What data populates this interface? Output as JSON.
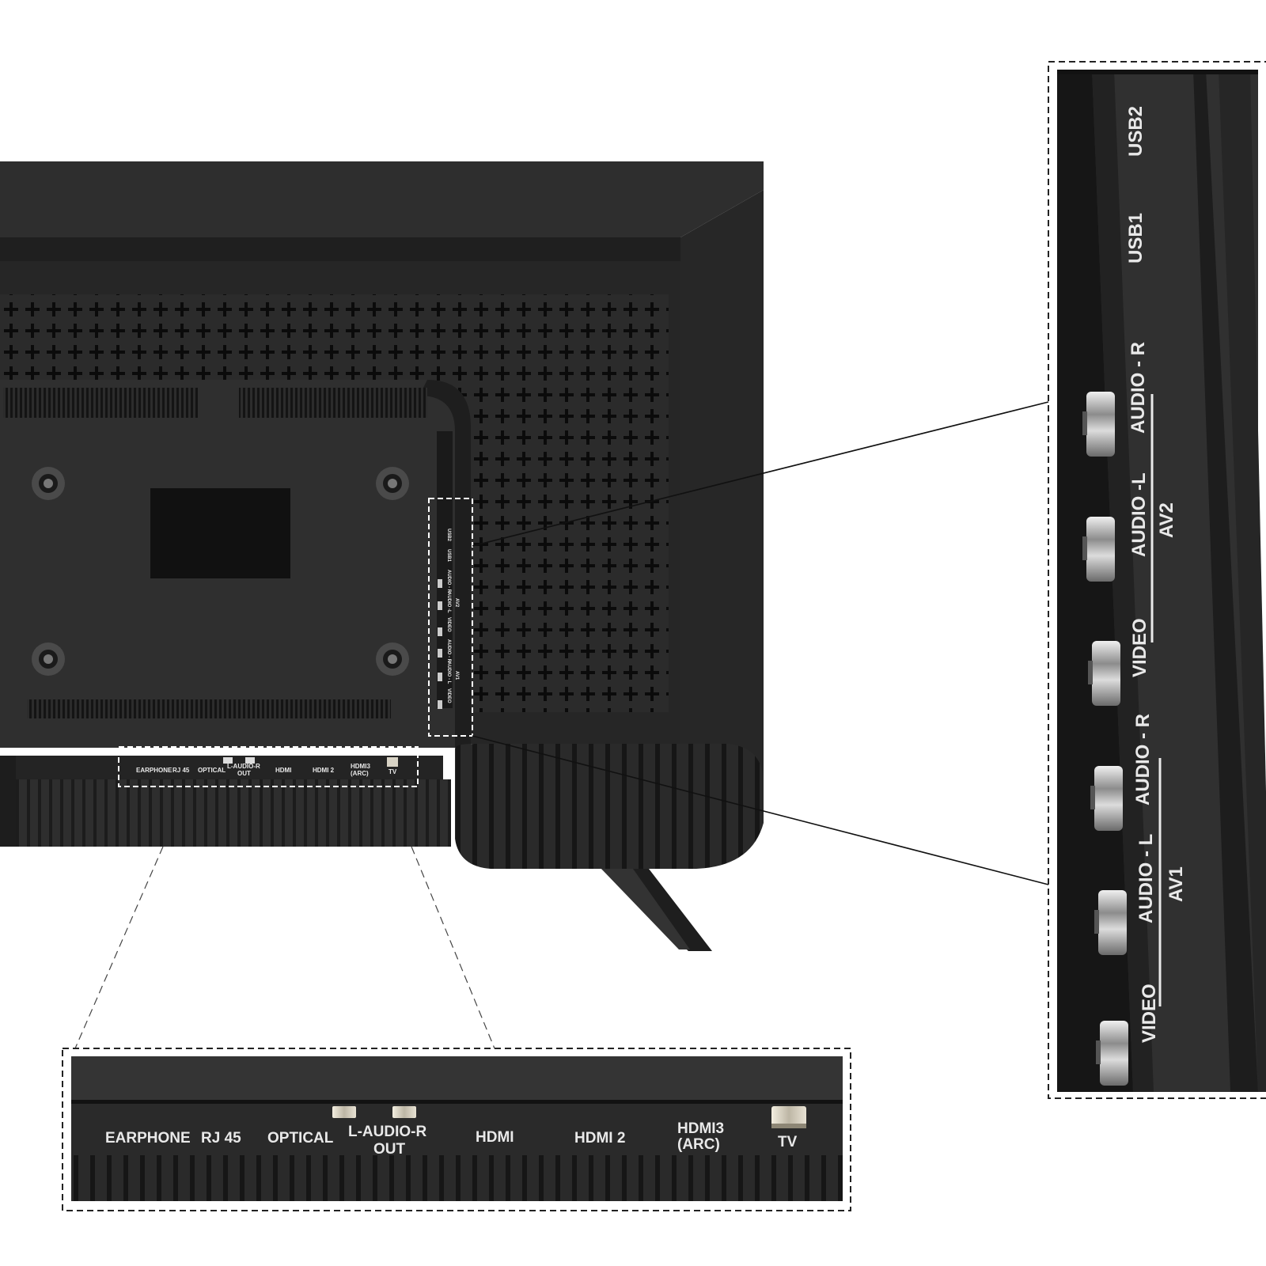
{
  "bottom_ports": {
    "earphone": "EARPHONE",
    "rj45": "RJ 45",
    "optical": "OPTICAL",
    "audio_out_line1": "L-AUDIO-R",
    "audio_out_line2": "OUT",
    "hdmi": "HDMI",
    "hdmi2": "HDMI 2",
    "hdmi3_line1": "HDMI3",
    "hdmi3_line2": "(ARC)",
    "tv": "TV"
  },
  "side_ports": {
    "usb2": "USB2",
    "usb1": "USB1",
    "av2_audio_r": "AUDIO - R",
    "av2_audio_l": "AUDIO -L",
    "av2_video": "VIDEO",
    "av2_group": "AV2",
    "av1_audio_r": "AUDIO - R",
    "av1_audio_l": "AUDIO - L",
    "av1_video": "VIDEO",
    "av1_group": "AV1"
  },
  "colors": {
    "body": "#2a2a2a",
    "panel": "#303030",
    "label": "#e9e9e9",
    "background": "#ffffff"
  }
}
